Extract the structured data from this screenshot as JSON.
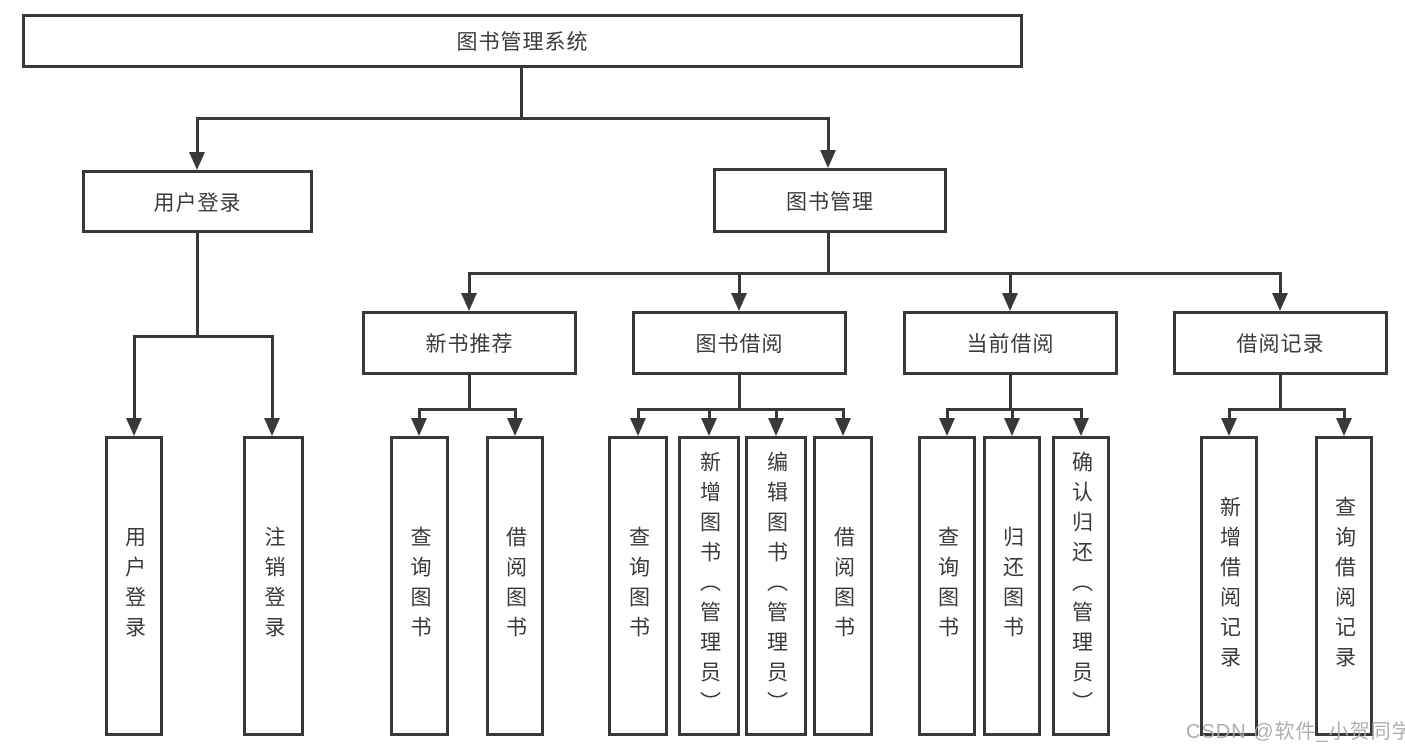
{
  "title": "图书管理系统",
  "watermark": "CSDN @软件_小贺同学",
  "colors": {
    "line": "#383838",
    "text": "#3b3b3b",
    "watermark": "#a8a8a8",
    "background": "#ffffff"
  },
  "nodes": {
    "root": {
      "label": "图书管理系统"
    },
    "level1": [
      {
        "label": "用户登录"
      },
      {
        "label": "图书管理"
      }
    ],
    "level2": [
      {
        "label": "新书推荐",
        "parent": "图书管理"
      },
      {
        "label": "图书借阅",
        "parent": "图书管理"
      },
      {
        "label": "当前借阅",
        "parent": "图书管理"
      },
      {
        "label": "借阅记录",
        "parent": "图书管理"
      }
    ],
    "leaves": [
      {
        "label": "用户登录",
        "parent": "用户登录"
      },
      {
        "label": "注销登录",
        "parent": "用户登录"
      },
      {
        "label": "查询图书",
        "parent": "新书推荐"
      },
      {
        "label": "借阅图书",
        "parent": "新书推荐"
      },
      {
        "label": "查询图书",
        "parent": "图书借阅"
      },
      {
        "label": "新增图书（管理员）",
        "parent": "图书借阅"
      },
      {
        "label": "编辑图书（管理员）",
        "parent": "图书借阅"
      },
      {
        "label": "借阅图书",
        "parent": "图书借阅"
      },
      {
        "label": "查询图书",
        "parent": "当前借阅"
      },
      {
        "label": "归还图书",
        "parent": "当前借阅"
      },
      {
        "label": "确认归还（管理员）",
        "parent": "当前借阅"
      },
      {
        "label": "新增借阅记录",
        "parent": "借阅记录"
      },
      {
        "label": "查询借阅记录",
        "parent": "借阅记录"
      }
    ]
  }
}
